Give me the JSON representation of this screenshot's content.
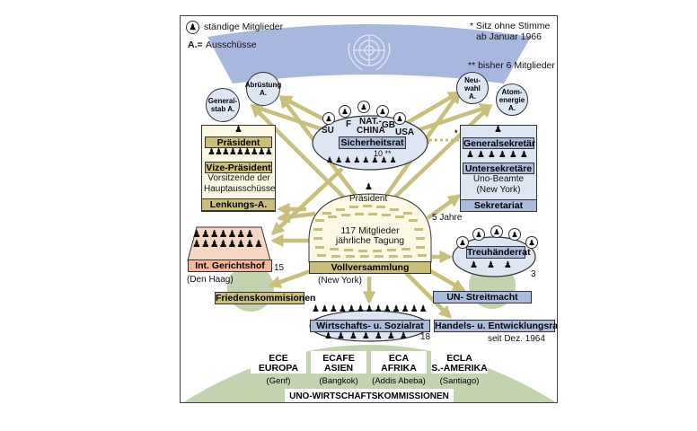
{
  "legend": {
    "permanent_members": "ständige Mitglieder",
    "committees_abbr": "A.=",
    "committees": "Ausschüsse",
    "note_star": "* Sitz ohne Stimme",
    "note_star_line2": "ab Januar 1966",
    "note_doublestar": "** bisher 6 Mitglieder"
  },
  "committees_left": [
    {
      "line1": "General-",
      "line2": "stab A."
    },
    {
      "line1": "Abrüstung",
      "line2": "A."
    }
  ],
  "committees_right": [
    {
      "line1": "Neu-",
      "line2": "wahl",
      "line3": "A."
    },
    {
      "line1": "Atom-",
      "line2": "energie",
      "line3": "A."
    }
  ],
  "security_council": {
    "label": "Sicherheitsrat",
    "members": [
      "SU",
      "F",
      "NAT.-",
      "CHINA",
      "GB",
      "USA"
    ],
    "count": "10 **"
  },
  "steering": {
    "president": "Präsident",
    "vice_president": "Vize-Präsident",
    "chairs_line1": "Vorsitzende der",
    "chairs_line2": "Hauptausschüsse",
    "label": "Lenkungs-A."
  },
  "secretariat": {
    "secretary_general": "Generalsekretär",
    "under_secretaries": "Untersekretäre",
    "staff_line1": "Uno-Beamte",
    "staff_line2": "(New York)",
    "label": "Sekretariat",
    "term": "5 Jahre",
    "star": "*"
  },
  "general_assembly": {
    "president": "Präsident",
    "members": "117 Mitglieder",
    "session": "jährliche Tagung",
    "label": "Vollversammlung",
    "location": "(New York)"
  },
  "court": {
    "label": "Int. Gerichtshof",
    "count": "15",
    "location": "(Den Haag)"
  },
  "trusteeship": {
    "label": "Treuhänderrat",
    "count": "3"
  },
  "peace_commissions": "Friedenskommisionen",
  "un_force": "UN- Streitmacht",
  "ecosoc": {
    "label": "Wirtschafts- u. Sozialrat",
    "count": "18"
  },
  "trade_council": {
    "label": "Handels- u. Entwicklungsrat",
    "since": "seit Dez. 1964"
  },
  "economic_commissions": {
    "title": "UNO-WIRTSCHAFTSKOMMISSIONEN",
    "items": [
      {
        "abbr": "ECE",
        "region": "EUROPA",
        "city": "(Genf)"
      },
      {
        "abbr": "ECAFE",
        "region": "ASIEN",
        "city": "(Bangkok)"
      },
      {
        "abbr": "ECA",
        "region": "AFRIKA",
        "city": "(Addis Abeba)"
      },
      {
        "abbr": "ECLA",
        "region": "S.-AMERIKA",
        "city": "(Santiago)"
      }
    ]
  },
  "colors": {
    "arrow": "#c7bf7a",
    "olive_label": "#c9bf7a",
    "blue_label": "#aabbdd",
    "light_blue": "#dfe6f3",
    "green": "#c3d3b0",
    "court_pink": "#f4b89a",
    "un_banner": "#a7b7de"
  }
}
